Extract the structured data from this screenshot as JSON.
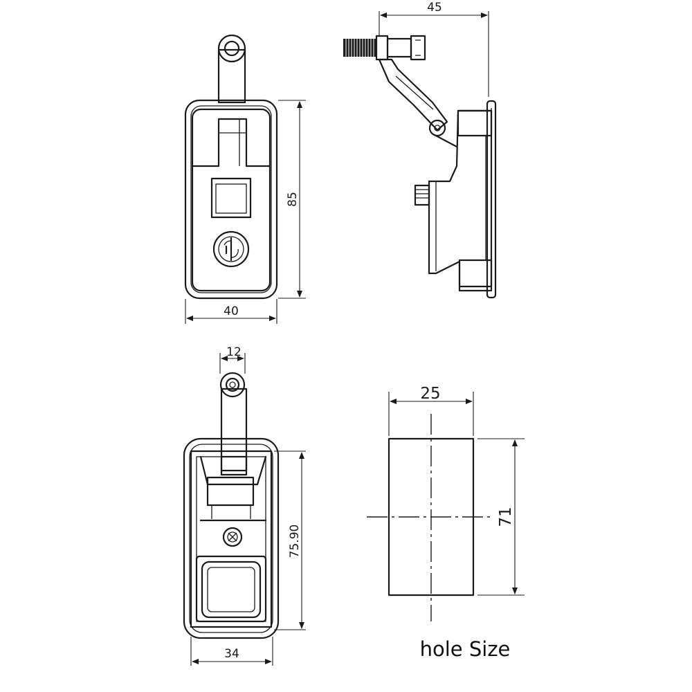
{
  "dimensions": {
    "front_width": "40",
    "front_height": "85",
    "side_depth": "45",
    "back_handle_width": "12",
    "back_height": "75.90",
    "back_width": "34",
    "hole_width": "25",
    "hole_height": "71"
  },
  "caption": "hole Size"
}
